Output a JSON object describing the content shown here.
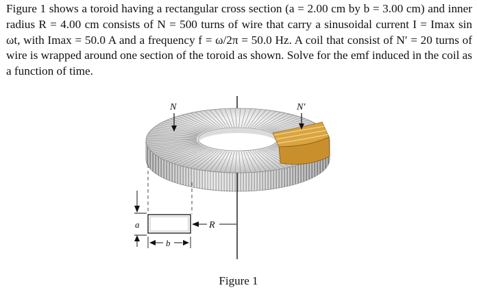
{
  "problem": {
    "text": "Figure 1 shows a toroid having a rectangular cross section (a = 2.00 cm by b = 3.00 cm) and inner radius R = 4.00 cm consists of N = 500 turns of wire that carry a sinusoidal current I = Imax sin ωt, with Imax = 50.0 A and a frequency f = ω/2π = 50.0 Hz. A coil that consist of N′ = 20 turns of wire is wrapped around one section of the toroid as shown. Solve for the emf induced in the coil as a function of time."
  },
  "figure": {
    "caption": "Figure 1",
    "labels": {
      "N": "N",
      "N_prime": "N′",
      "R": "R",
      "a": "a",
      "b": "b"
    }
  },
  "colors": {
    "toroid_light": "#e4e4e4",
    "toroid_dark": "#8a8a8a",
    "coil": "#d9a441",
    "text": "#111111"
  }
}
